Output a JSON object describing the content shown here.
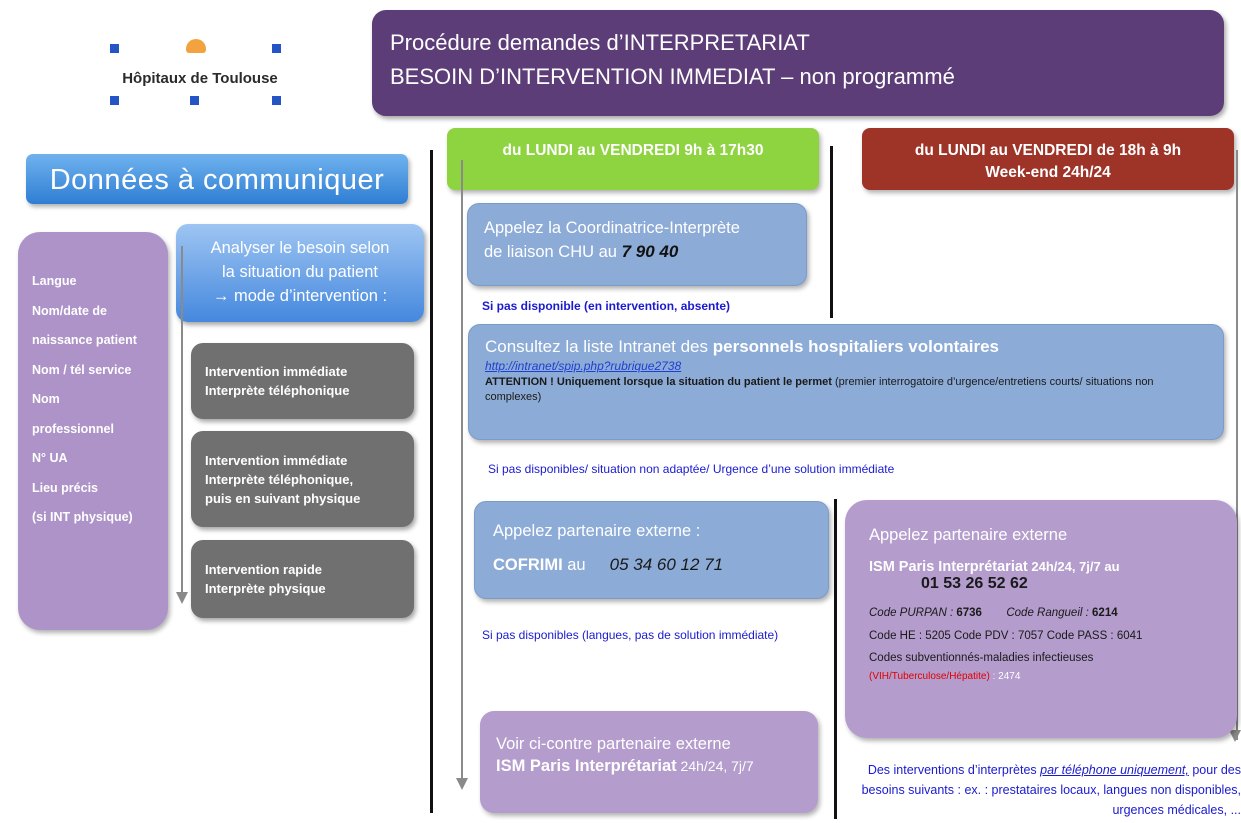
{
  "logo": {
    "text": "Hôpitaux de Toulouse"
  },
  "header": {
    "line1": "Procédure demandes d’INTERPRETARIAT",
    "line2": "BESOIN D’INTERVENTION IMMEDIAT – non programmé"
  },
  "left": {
    "title": "Données à communiquer",
    "data_items": [
      "Langue",
      "Nom/date de",
      "naissance patient",
      "Nom / tél service",
      "Nom",
      "professionnel",
      "N° UA",
      "Lieu précis",
      "(si INT physique)"
    ],
    "analyse_line1": "Analyser le besoin selon",
    "analyse_line2": "la situation du patient",
    "analyse_line3": "→ mode d’intervention :",
    "modes": [
      {
        "line1": "Intervention immédiate",
        "line2": "Interprète téléphonique",
        "line3": ""
      },
      {
        "line1": "Intervention immédiate",
        "line2": "Interprète téléphonique,",
        "line3": "puis en suivant physique"
      },
      {
        "line1": "Intervention rapide",
        "line2": "Interprète physique",
        "line3": ""
      }
    ]
  },
  "weekday": {
    "header": "du LUNDI  au VENDREDI 9h à 17h30",
    "call_line1": "Appelez la Coordinatrice-Interprète",
    "call_line2": "de liaison CHU au ",
    "call_number": "7 90 40",
    "note1": "Si pas disponible (en intervention, absente)",
    "note3": "Si pas disponibles (langues, pas de solution immédiate)",
    "cofrimi_title": "Appelez partenaire externe :",
    "cofrimi_name": "COFRIMI",
    "cofrimi_au": " au",
    "cofrimi_number": "05 34 60 12 71",
    "voir_line1": "Voir ci-contre partenaire externe",
    "voir_line2": "ISM Paris Interprétariat",
    "voir_line2b": " 24h/24, 7j/7"
  },
  "offhours": {
    "header_line1": "du LUNDI au VENDREDI de 18h à 9h",
    "header_line2": "Week-end 24h/24"
  },
  "consult": {
    "title_plain": "Consultez la liste Intranet des ",
    "title_bold": "personnels hospitaliers volontaires",
    "link": "http://intranet/spip.php?rubrique2738",
    "warn_a": "ATTENTION ! Uniquement lorsque la situation du patient le permet",
    "warn_b": " (premier interrogatoire d’urgence/entretiens courts/ situations non complexes)"
  },
  "note2": "Si pas disponibles/ situation non adaptée/ Urgence d’une solution immédiate",
  "ism": {
    "title": "Appelez partenaire externe",
    "name": "ISM Paris Interprétariat",
    "hours": " 24h/24, 7j/7 au",
    "number": "01 53 26 52 62",
    "purpan_label": "Code PURPAN :",
    "purpan_code": " 6736",
    "rangueil_label": "Code Rangueil :",
    "rangueil_code": " 6214",
    "codes_line": "Code HE : 5205  Code PDV : 7057    Code PASS : 6041",
    "subv": "Codes subventionnés-maladies infectieuses",
    "subv_red": "(VIH/Tuberculose/Hépatite)",
    "subv_code": " : 2474"
  },
  "bottom_note": {
    "part1": "Des interventions d’interprètes ",
    "link": "par téléphone uniquement,",
    "part2": " pour des besoins suivants : ex. : prestataires locaux, langues non disponibles, urgences médicales, ..."
  }
}
